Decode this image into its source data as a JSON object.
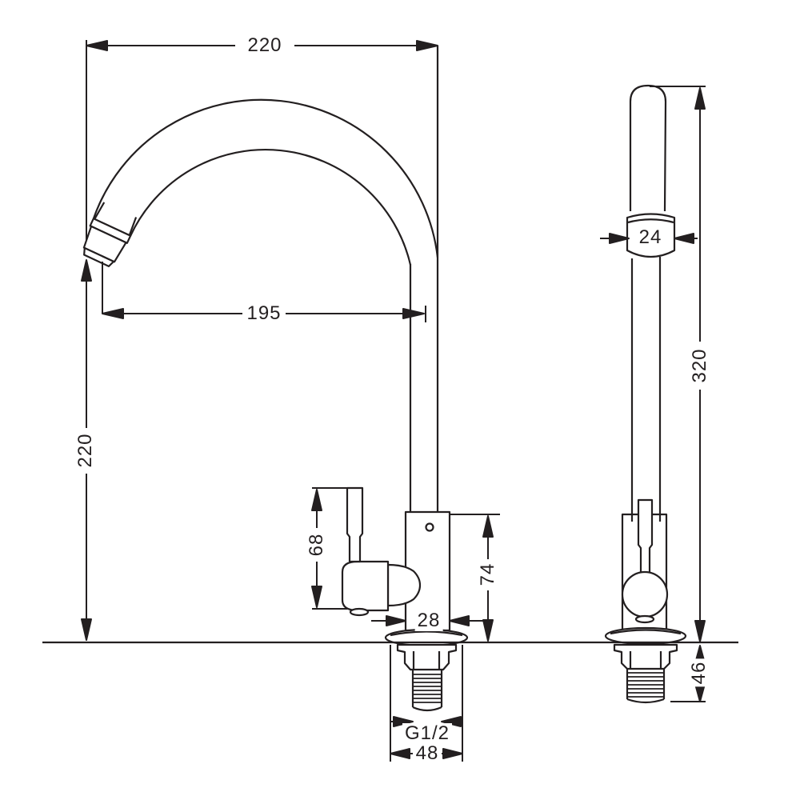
{
  "page": {
    "background": "#ffffff",
    "line_color": "#231f20",
    "description": "Kitchen faucet dimensioned technical line drawing, front view (left) and side view (right), mounted on a countertop line"
  },
  "views": {
    "front": {
      "label": "front view with gooseneck spout, handle, body and threaded shank"
    },
    "side": {
      "label": "side profile view of spout column, handle and threaded shank"
    }
  },
  "dimensions": {
    "front_view": {
      "overall_reach": "220",
      "outlet_reach": "195",
      "outlet_height": "220",
      "handle_length": "68",
      "body_height": "74",
      "body_width": "28",
      "thread_spec": "G1/2",
      "base_width": "48"
    },
    "side_view": {
      "head_diameter": "24",
      "overall_height": "320",
      "under_counter_length": "46"
    }
  }
}
